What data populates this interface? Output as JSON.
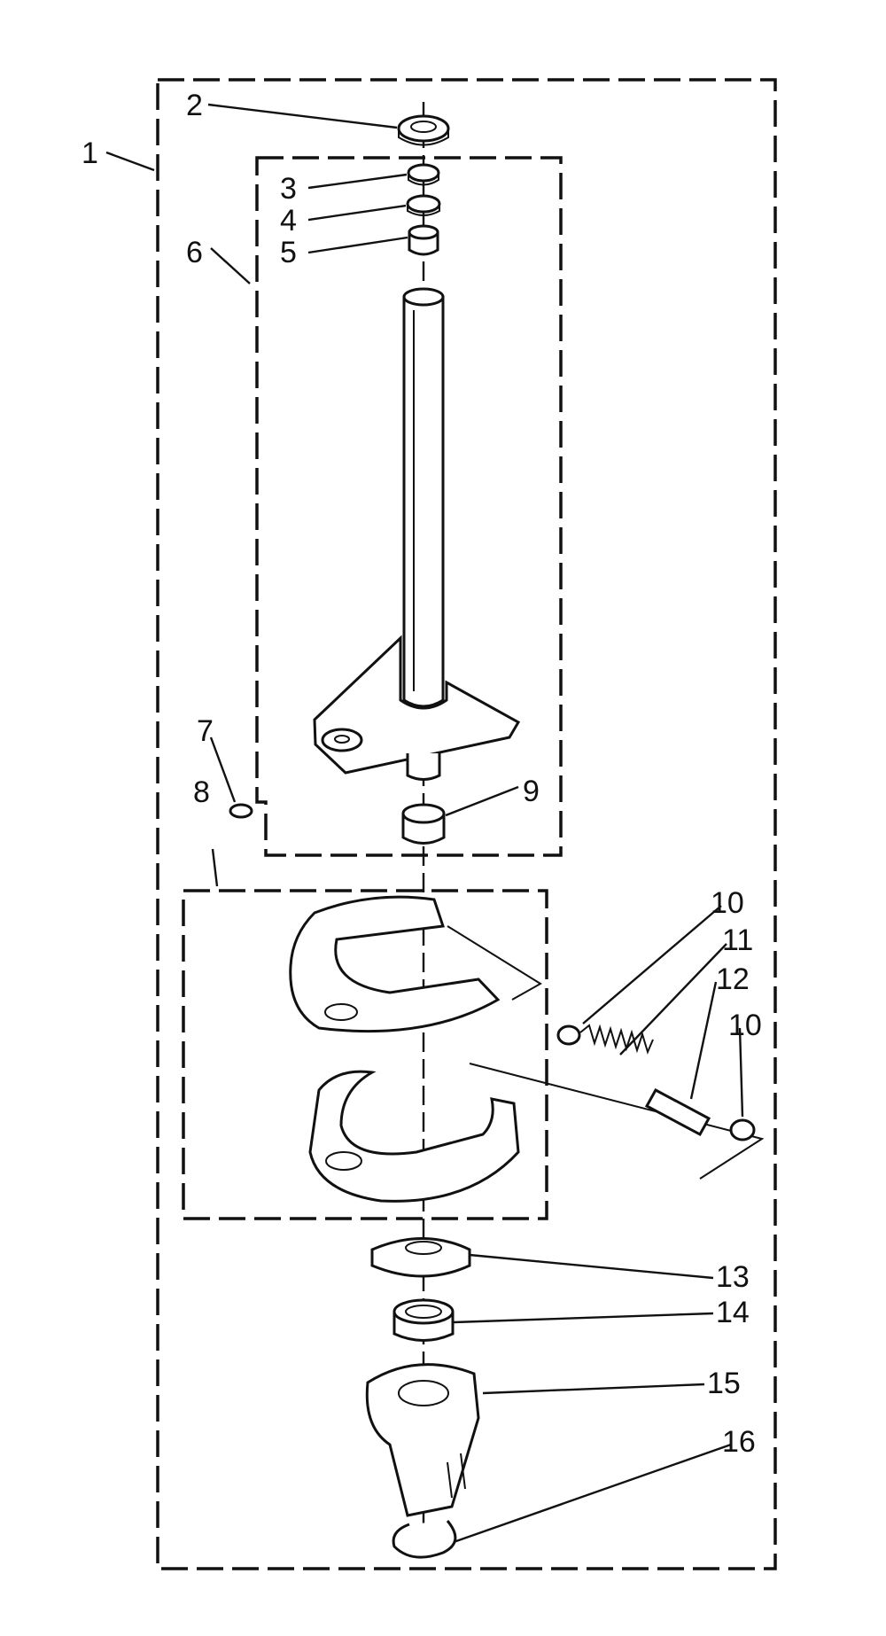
{
  "callouts": [
    {
      "id": "c1",
      "text": "1"
    },
    {
      "id": "c2",
      "text": "2"
    },
    {
      "id": "c3",
      "text": "3"
    },
    {
      "id": "c4",
      "text": "4"
    },
    {
      "id": "c5",
      "text": "5"
    },
    {
      "id": "c6",
      "text": "6"
    },
    {
      "id": "c7",
      "text": "7"
    },
    {
      "id": "c8",
      "text": "8"
    },
    {
      "id": "c9",
      "text": "9"
    },
    {
      "id": "c10a",
      "text": "10"
    },
    {
      "id": "c11",
      "text": "11"
    },
    {
      "id": "c12",
      "text": "12"
    },
    {
      "id": "c10b",
      "text": "10"
    },
    {
      "id": "c13",
      "text": "13"
    },
    {
      "id": "c14",
      "text": "14"
    },
    {
      "id": "c15",
      "text": "15"
    },
    {
      "id": "c16",
      "text": "16"
    }
  ],
  "parts": {
    "bearing_cap": "bearing-cap",
    "nut": "nut",
    "washer": "washer",
    "bushing": "bushing",
    "spin_tube": "spin-tube-assembly",
    "pin": "pin",
    "bearing": "bearing",
    "brake_shoe_upper": "brake-shoe-upper",
    "brake_shoe_lower": "brake-shoe-lower",
    "spring": "spring",
    "spring_pin": "spring-pin",
    "cam": "cam",
    "clutch_collar": "clutch-collar",
    "drive_block": "drive-block",
    "retaining_ring": "retaining-ring"
  }
}
